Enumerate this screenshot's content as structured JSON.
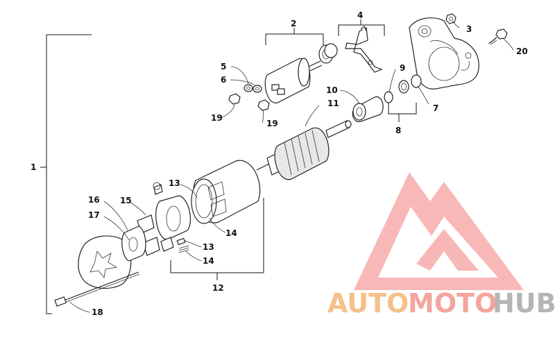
{
  "diagram": {
    "callouts": {
      "c1": "1",
      "c2": "2",
      "c3": "3",
      "c4": "4",
      "c5": "5",
      "c6": "6",
      "c7": "7",
      "c8": "8",
      "c9": "9",
      "c10": "10",
      "c11": "11",
      "c12": "12",
      "c13a": "13",
      "c13b": "13",
      "c14a": "14",
      "c14b": "14",
      "c15": "15",
      "c16": "16",
      "c17": "17",
      "c18": "18",
      "c19a": "19",
      "c19b": "19",
      "c20": "20"
    }
  },
  "watermark": {
    "part1": "AUTO",
    "part2": "MOTO",
    "part3": "HUB",
    "color_auto": "#f5c089",
    "color_moto": "#f4a59d",
    "color_hub": "#b5b5b5",
    "logo_color": "#f48f8f"
  }
}
